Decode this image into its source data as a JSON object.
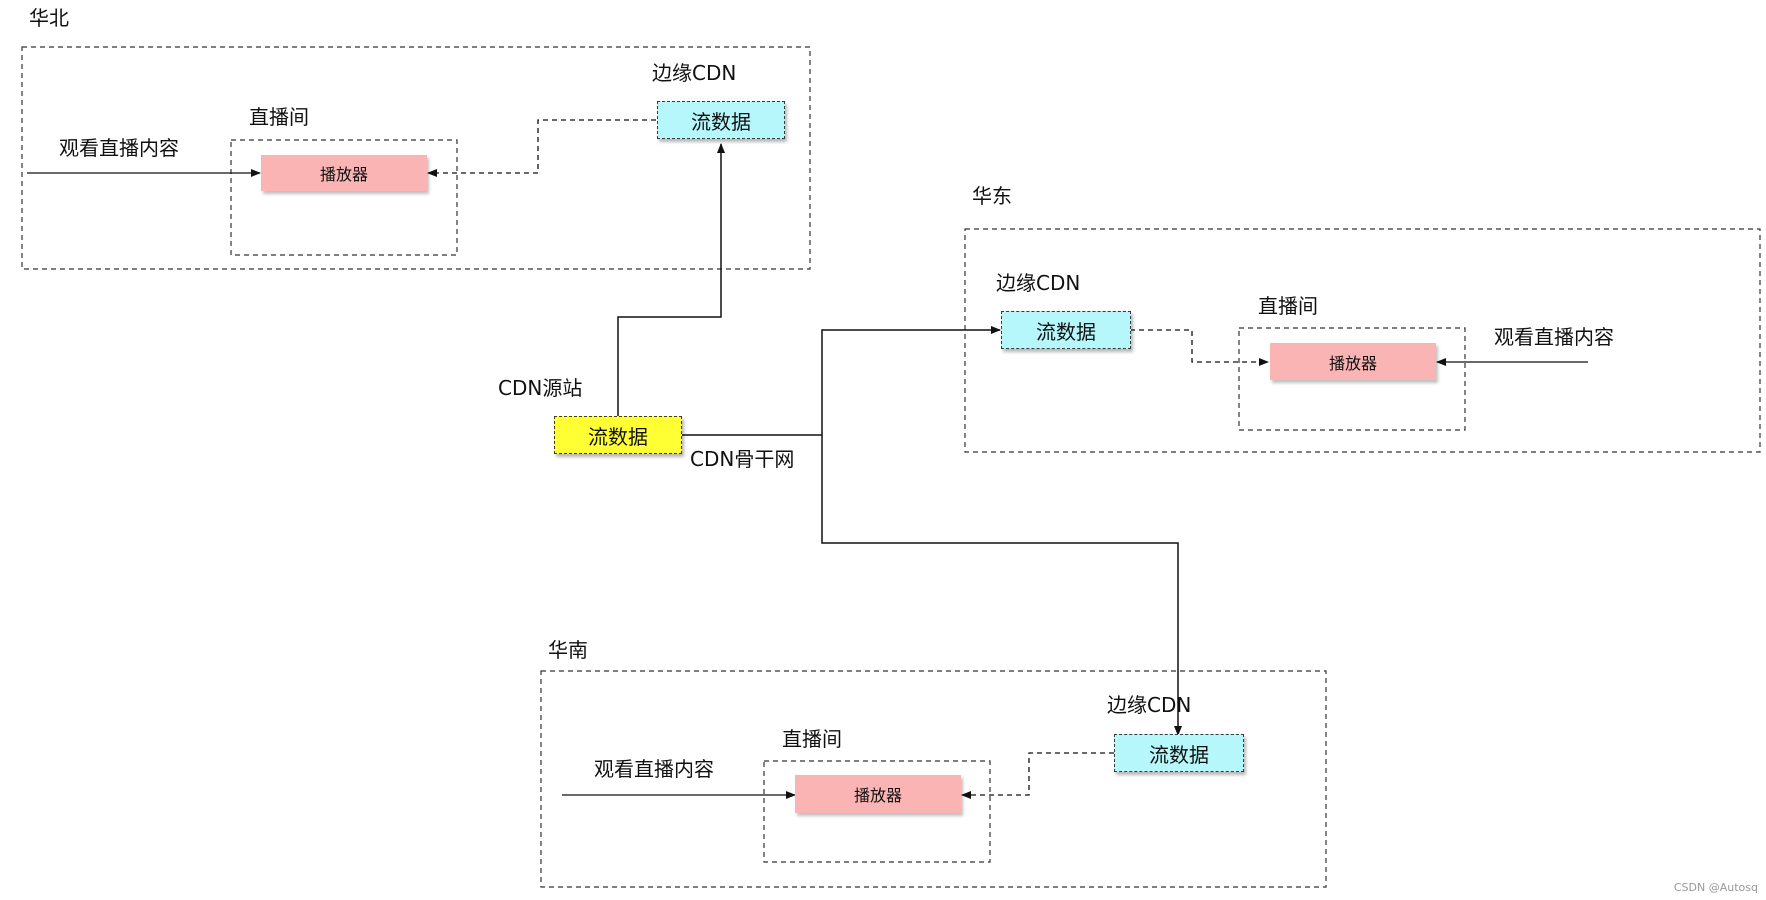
{
  "colors": {
    "origin_fill": "#ffff33",
    "edge_fill": "#b5f7fb",
    "player_fill": "#fbb4b4",
    "line": "#111111",
    "dashed_border": "#3a3a3a"
  },
  "origin": {
    "label": "CDN源站",
    "node": "流数据",
    "backbone_label": "CDN骨干网"
  },
  "regions": {
    "north": {
      "title": "华北",
      "edge_label": "边缘CDN",
      "edge_node": "流数据",
      "room_label": "直播间",
      "player": "播放器",
      "viewer_label": "观看直播内容"
    },
    "east": {
      "title": "华东",
      "edge_label": "边缘CDN",
      "edge_node": "流数据",
      "room_label": "直播间",
      "player": "播放器",
      "viewer_label": "观看直播内容"
    },
    "south": {
      "title": "华南",
      "edge_label": "边缘CDN",
      "edge_node": "流数据",
      "room_label": "直播间",
      "player": "播放器",
      "viewer_label": "观看直播内容"
    }
  },
  "watermark": "CSDN @Autosq"
}
